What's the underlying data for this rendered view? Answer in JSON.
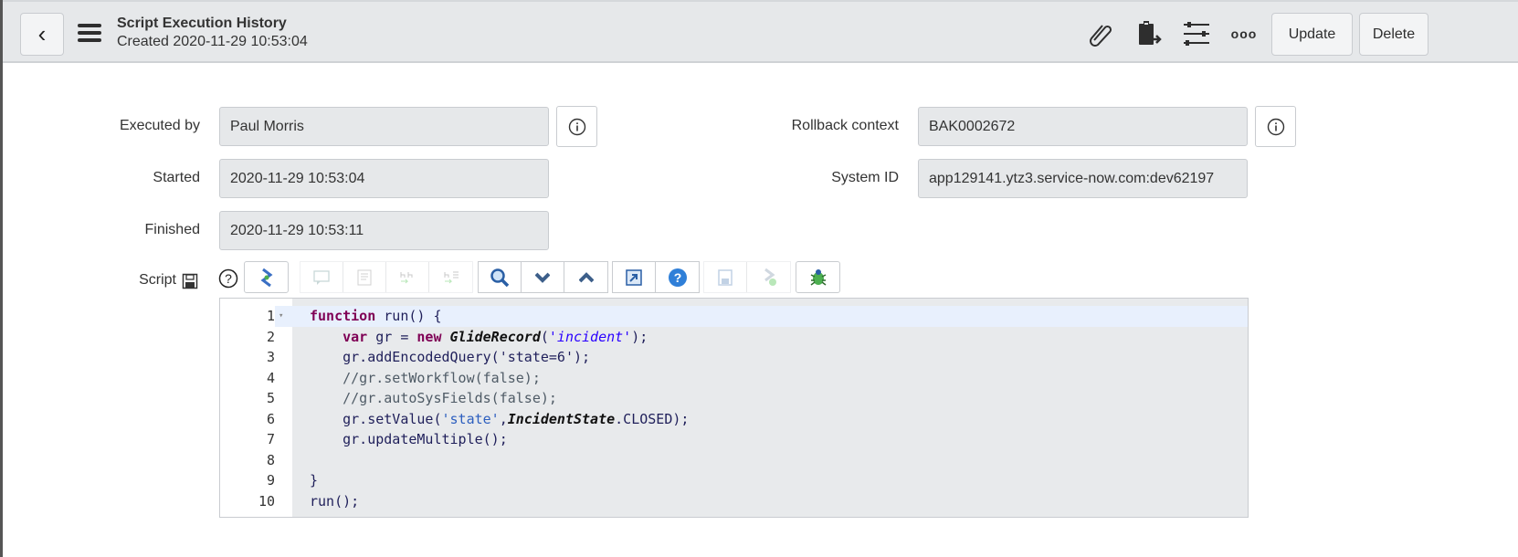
{
  "header": {
    "title": "Script Execution History",
    "subtitle": "Created 2020-11-29 10:53:04",
    "update_label": "Update",
    "delete_label": "Delete",
    "icons": [
      "back-icon",
      "menu-icon",
      "paperclip-icon",
      "clipboard-export-icon",
      "sliders-icon",
      "more-icon"
    ]
  },
  "form": {
    "executed_by": {
      "label": "Executed by",
      "value": "Paul Morris"
    },
    "started": {
      "label": "Started",
      "value": "2020-11-29 10:53:04"
    },
    "finished": {
      "label": "Finished",
      "value": "2020-11-29 10:53:11"
    },
    "rollback_context": {
      "label": "Rollback context",
      "value": "BAK0002672"
    },
    "system_id": {
      "label": "System ID",
      "value": "app129141.ytz3.service-now.com:dev62197"
    },
    "script": {
      "label": "Script"
    }
  },
  "script_lines": [
    "function run() {",
    "    var gr = new GlideRecord('incident');",
    "    gr.addEncodedQuery('state=6');",
    "    //gr.setWorkflow(false);",
    "    //gr.autoSysFields(false);",
    "    gr.setValue('state',IncidentState.CLOSED);",
    "    gr.updateMultiple();",
    "",
    "}",
    "run();"
  ],
  "line_numbers": [
    "1",
    "2",
    "3",
    "4",
    "5",
    "6",
    "7",
    "8",
    "9",
    "10"
  ]
}
